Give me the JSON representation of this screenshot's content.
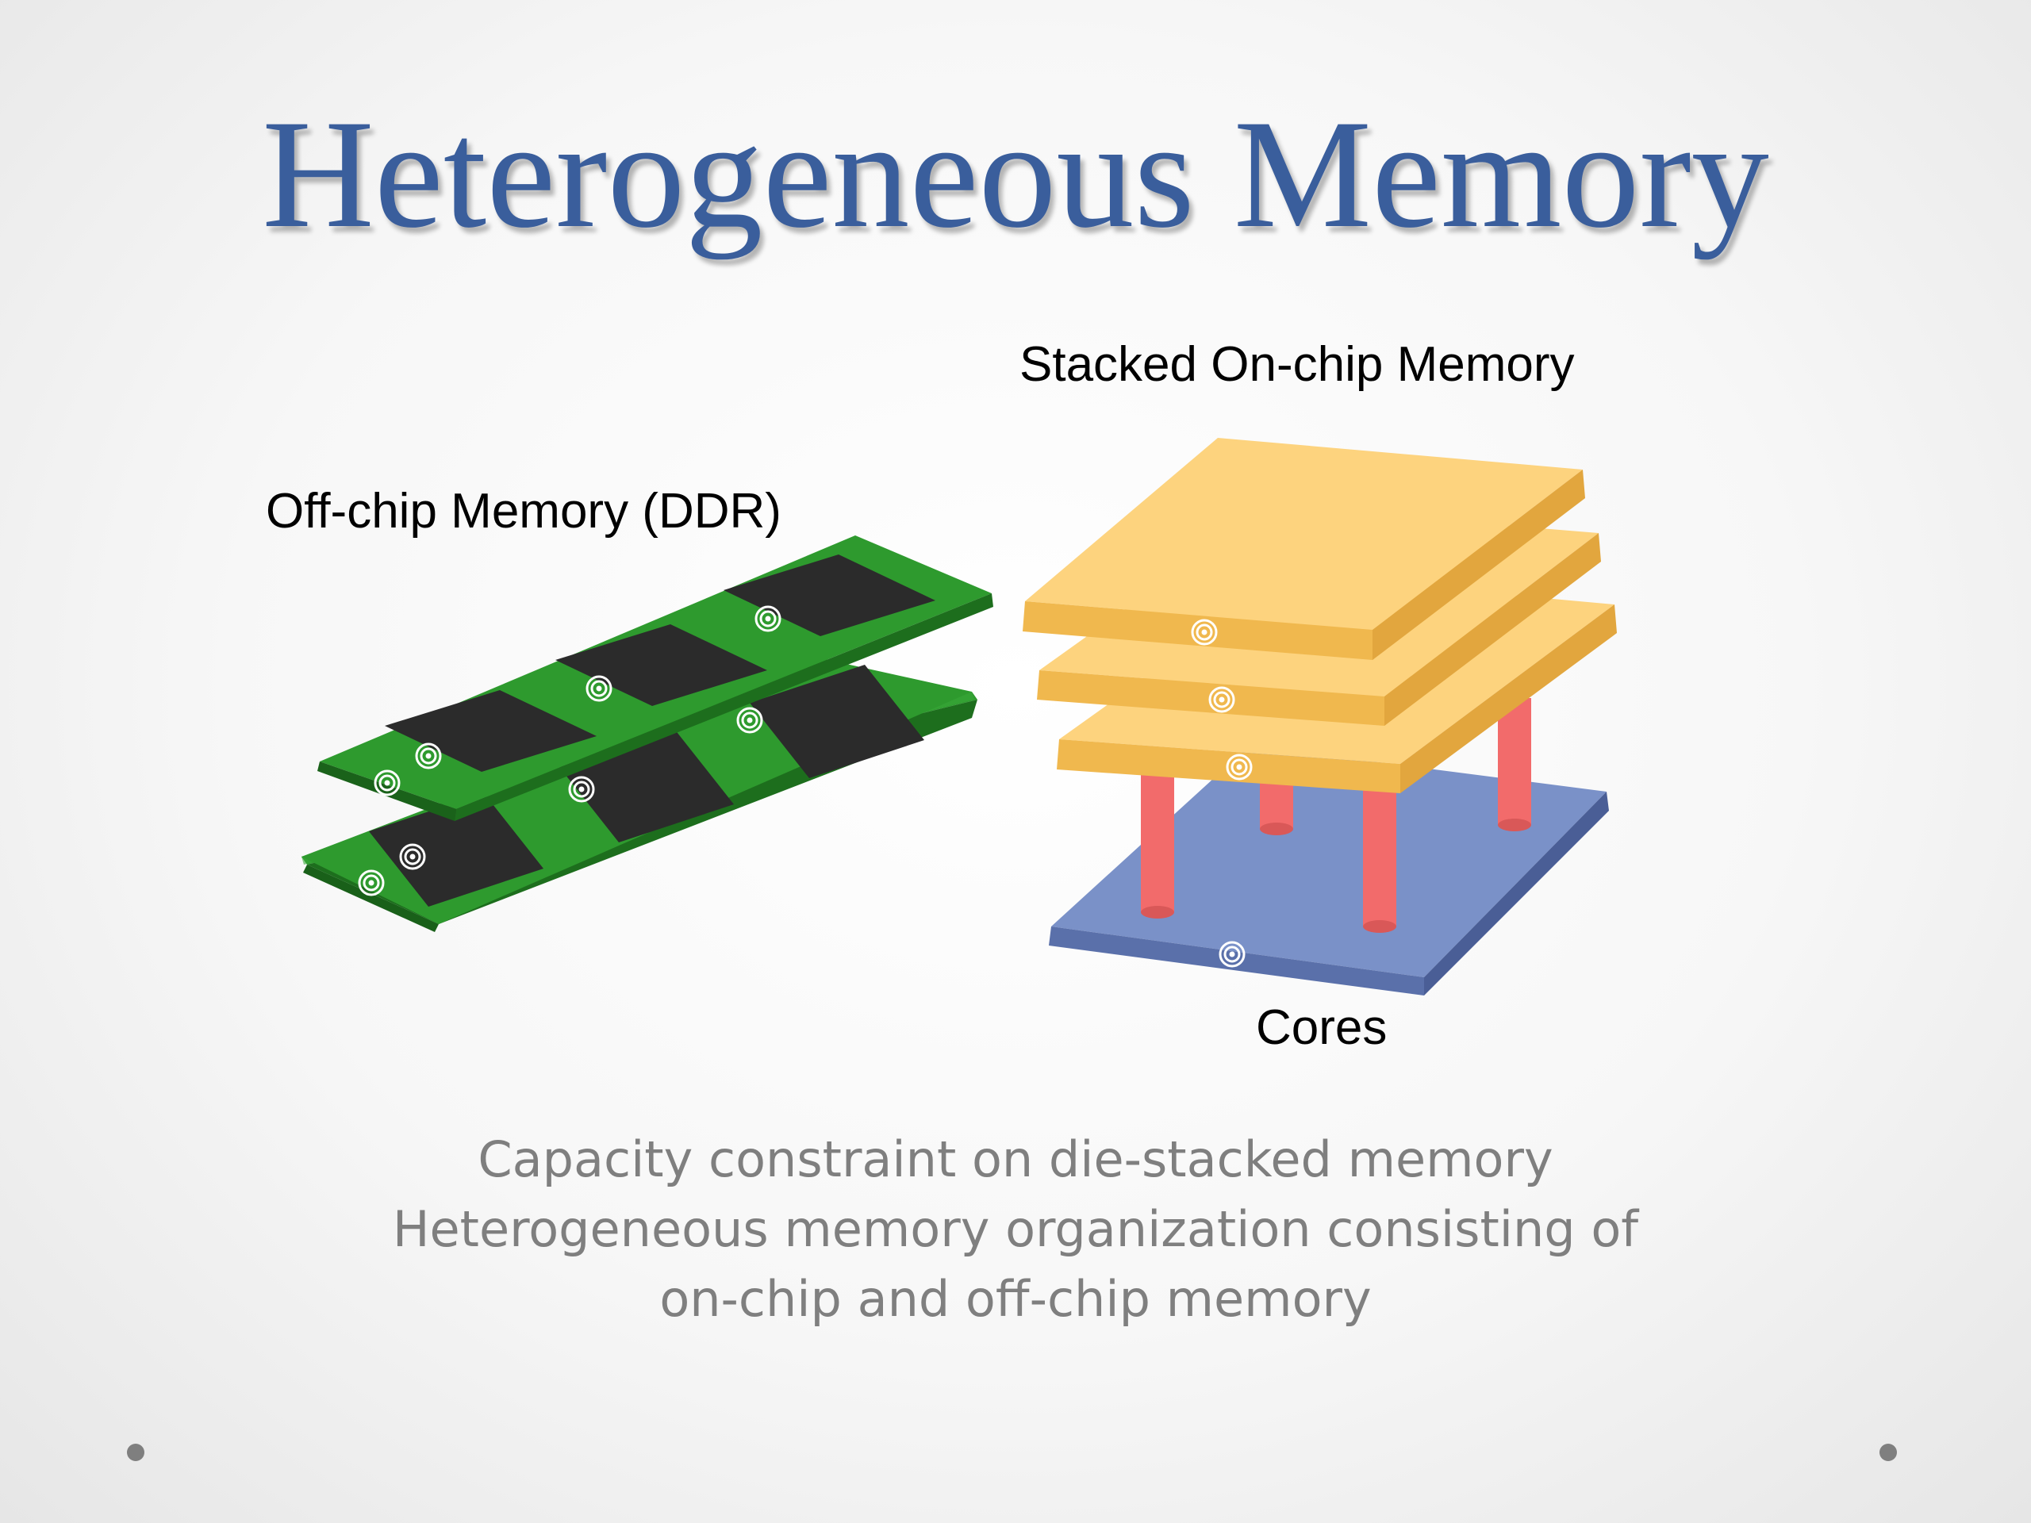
{
  "slide": {
    "title": "Heterogeneous Memory",
    "title_color": "#3a5e9c",
    "body_color": "#7f7f7f"
  },
  "diagram": {
    "labels": {
      "stacked": "Stacked On-chip Memory",
      "offchip": "Off-chip Memory (DDR)",
      "cores": "Cores"
    },
    "colors": {
      "dimm_board": "#2e9a2e",
      "dimm_chip": "#2b2b2b",
      "stack_layer": "#fdd37e",
      "tsv_pillar": "#f26b6b",
      "core_die": "#7a91c8"
    },
    "icons": [
      "spiral-icon"
    ]
  },
  "bullets": [
    "Capacity constraint on die-stacked memory",
    "Heterogeneous memory organization consisting of",
    "on-chip and off-chip memory"
  ]
}
